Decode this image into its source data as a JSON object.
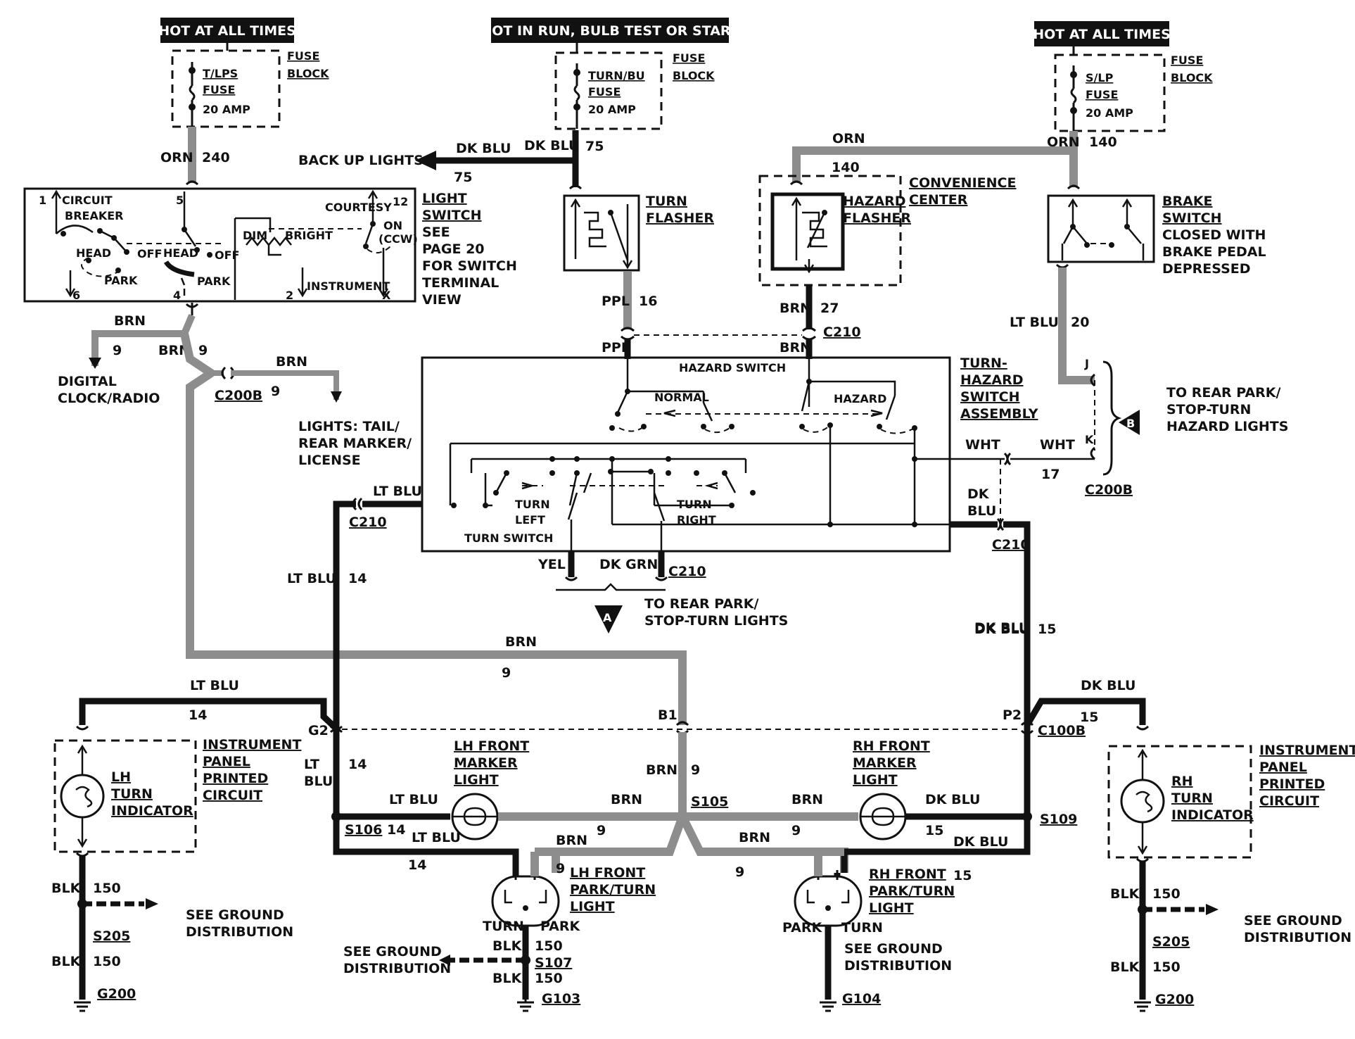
{
  "top": {
    "hot1": "HOT AT ALL TIMES",
    "hot2": "HOT IN RUN,  BULB TEST OR START",
    "hot3": "HOT AT ALL TIMES"
  },
  "fuses": {
    "f1_name": "T/LPS",
    "f1_fuse": "FUSE",
    "f1_amp": "20 AMP",
    "f2_name": "TURN/BU",
    "f2_fuse": "FUSE",
    "f2_amp": "20 AMP",
    "f3_name": "S/LP",
    "f3_fuse": "FUSE",
    "f3_amp": "20 AMP",
    "block_a": "FUSE",
    "block_b": "BLOCK"
  },
  "light_switch": {
    "title1": "LIGHT",
    "title2": "SWITCH",
    "note1": "SEE",
    "note2": "PAGE 20",
    "note3": "FOR SWITCH",
    "note4": "TERMINAL",
    "note5": "VIEW",
    "circuit": "CIRCUIT",
    "breaker": "BREAKER",
    "head": "HEAD",
    "off": "OFF",
    "park": "PARK",
    "dim": "DIM",
    "bright": "BRIGHT",
    "courtesy": "COURTESY",
    "on": "ON",
    "ccw": "(CCW)",
    "instrument": "INSTRUMENT",
    "t1": "1",
    "t5": "5",
    "t12": "12",
    "t6": "6",
    "t4": "4",
    "t2": "2",
    "tx": "X"
  },
  "turn_flasher": {
    "l1": "TURN",
    "l2": "FLASHER"
  },
  "hazard_flasher": {
    "l1": "HAZARD",
    "l2": "FLASHER",
    "cc1": "CONVENIENCE",
    "cc2": "CENTER"
  },
  "brake": {
    "l1": "BRAKE",
    "l2": "SWITCH",
    "l3": "CLOSED WITH",
    "l4": "BRAKE PEDAL",
    "l5": "DEPRESSED"
  },
  "thsa": {
    "l1": "TURN-",
    "l2": "HAZARD",
    "l3": "SWITCH",
    "l4": "ASSEMBLY",
    "hazard_switch": "HAZARD SWITCH",
    "normal": "NORMAL",
    "hazard": "HAZARD",
    "turn_switch": "TURN SWITCH",
    "turn": "TURN",
    "left": "LEFT",
    "right": "RIGHT"
  },
  "wires": {
    "orn": "ORN",
    "c240": "240",
    "c140": "140",
    "dkblu": "DK BLU",
    "c75": "75",
    "backup": "BACK UP LIGHTS",
    "ppl": "PPL",
    "c16": "16",
    "brn": "BRN",
    "c27": "27",
    "ltblu": "LT BLU",
    "c20": "20",
    "c9": "9",
    "c14": "14",
    "c15": "15",
    "yel": "YEL",
    "dkgrn": "DK GRN",
    "wht": "WHT",
    "c17": "17",
    "dk": "DK",
    "blu": "BLU",
    "lt": "LT",
    "blk": "BLK",
    "c150": "150"
  },
  "connectors": {
    "c200b": "C200B",
    "c210": "C210",
    "c100b": "C100B",
    "g2": "G2",
    "b1": "B1",
    "p2": "P2",
    "j": "J",
    "k": "K",
    "s105": "S105",
    "s106": "S106",
    "s109": "S109",
    "s107": "S107",
    "s205": "S205",
    "g200": "G200",
    "g103": "G103",
    "g104": "G104"
  },
  "labels": {
    "radio1": "DIGITAL",
    "radio2": "CLOCK/RADIO",
    "tail1": "LIGHTS: TAIL/",
    "tail2": "REAR MARKER/",
    "tail3": "LICENSE",
    "rearA1": "TO REAR PARK/",
    "rearA2": "STOP-TURN LIGHTS",
    "A": "A",
    "rearB1": "TO REAR PARK/",
    "rearB2": "STOP-TURN",
    "rearB3": "HAZARD LIGHTS",
    "B": "B",
    "ip1": "INSTRUMENT",
    "ip2": "PANEL",
    "ip3": "PRINTED",
    "ip4": "CIRCUIT",
    "lhind1": "LH",
    "lhind2": "TURN",
    "lhind3": "INDICATOR",
    "rhind1": "RH",
    "rhind2": "TURN",
    "rhind3": "INDICATOR",
    "lhm1": "LH FRONT",
    "lhm2": "MARKER",
    "lhm3": "LIGHT",
    "rhm1": "RH FRONT",
    "rhm2": "MARKER",
    "rhm3": "LIGHT",
    "lhp1": "LH FRONT",
    "lhp2": "PARK/TURN",
    "lhp3": "LIGHT",
    "rhp1": "RH FRONT",
    "rhp2": "PARK/TURN",
    "rhp3": "LIGHT",
    "turn": "TURN",
    "park": "PARK",
    "gd1": "SEE GROUND",
    "gd2": "DISTRIBUTION"
  }
}
